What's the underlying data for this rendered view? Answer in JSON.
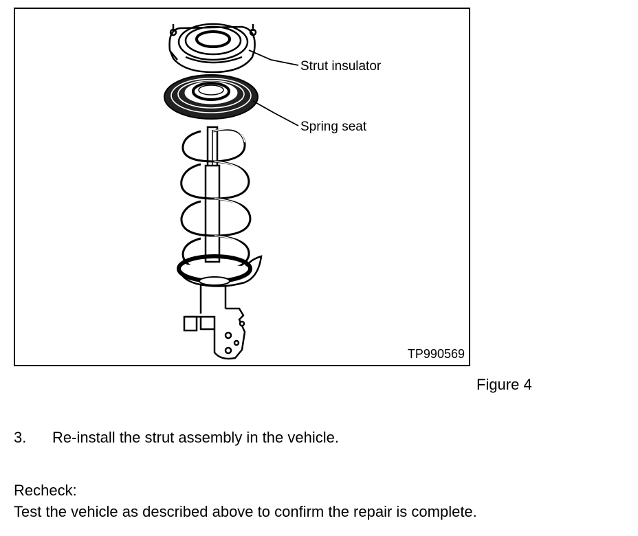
{
  "figure": {
    "labels": {
      "strut_insulator": "Strut insulator",
      "spring_seat": "Spring seat"
    },
    "figure_id": "TP990569"
  },
  "caption": "Figure 4",
  "step": {
    "number": "3.",
    "text": "Re-install the strut assembly in the vehicle."
  },
  "recheck": {
    "heading": "Recheck:",
    "text": "Test the vehicle as described above to confirm the repair is complete."
  }
}
